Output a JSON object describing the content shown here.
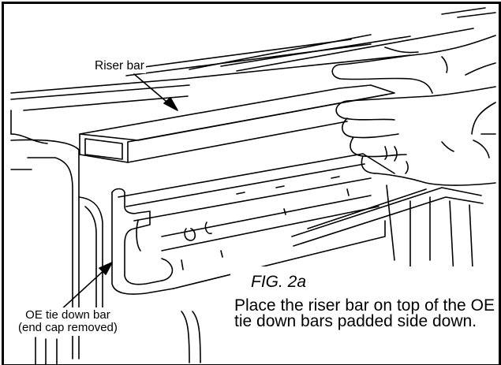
{
  "figure": {
    "labels": {
      "riser_bar": "Riser bar",
      "oe_tie_down_bar_line1": "OE tie down bar",
      "oe_tie_down_bar_line2": "(end cap removed)"
    },
    "caption": {
      "figure_number": "FIG. 2a",
      "instruction": "Place the riser bar on top of the OE tie down bars padded side down."
    },
    "colors": {
      "ink": "#000000",
      "paper": "#ffffff"
    }
  }
}
